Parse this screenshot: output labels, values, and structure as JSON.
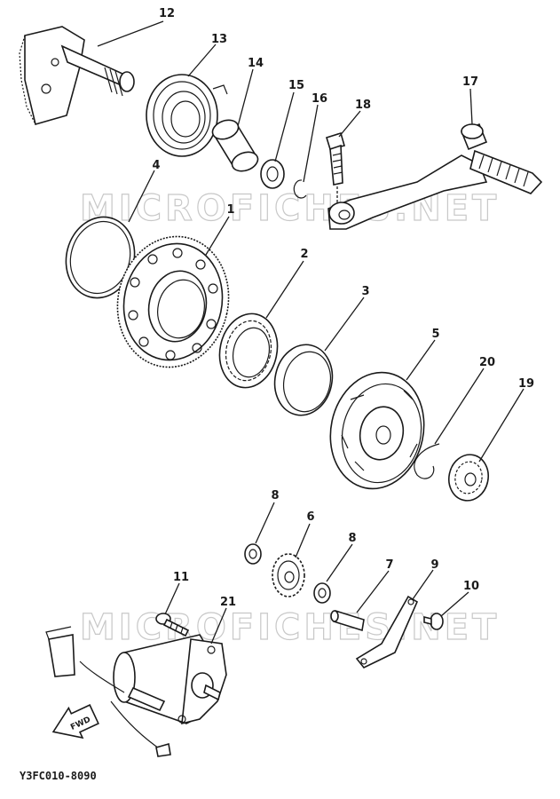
{
  "watermark": "MICROFICHES.NET",
  "diagram_code": "Y3FC010-8090",
  "fwd_label": "FWD",
  "callouts": [
    "12",
    "13",
    "14",
    "15",
    "16",
    "18",
    "17",
    "4",
    "1",
    "2",
    "3",
    "5",
    "20",
    "19",
    "8",
    "6",
    "8",
    "7",
    "9",
    "10",
    "11",
    "21"
  ]
}
